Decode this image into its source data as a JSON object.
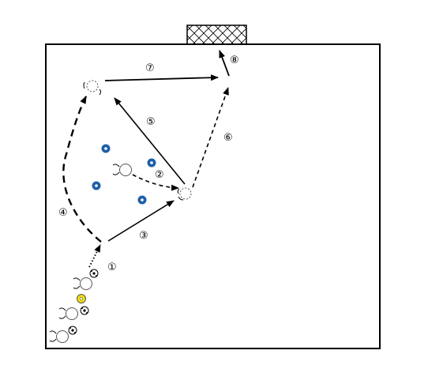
{
  "steps": [
    {
      "id": "1",
      "label": "①"
    },
    {
      "id": "2",
      "label": "②"
    },
    {
      "id": "3",
      "label": "③"
    },
    {
      "id": "4",
      "label": "④"
    },
    {
      "id": "5",
      "label": "⑤"
    },
    {
      "id": "6",
      "label": "⑥"
    },
    {
      "id": "7",
      "label": "⑦"
    },
    {
      "id": "8",
      "label": "⑧"
    }
  ],
  "colors": {
    "field_line": "#000000",
    "cone_blue": "#1f5fa8",
    "cone_yellow": "#f2e200",
    "player_fill": "#ffffff",
    "player_stroke": "#555555"
  },
  "icons": {
    "goal": "goal-net-icon",
    "ball": "soccer-ball-icon",
    "player": "player-icon",
    "cone": "cone-icon"
  }
}
